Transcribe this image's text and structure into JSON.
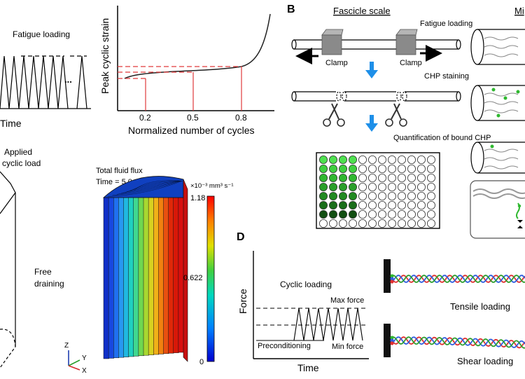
{
  "panel_a": {
    "fatigue_loading": "Fatigue loading",
    "time": "Time",
    "ellipsis": "..."
  },
  "strain_chart": {
    "ylabel": "Peak cyclic strain",
    "xlabel": "Normalized number of cycles",
    "ticks": [
      "0.2",
      "0.5",
      "0.8"
    ]
  },
  "panel_b": {
    "letter": "B",
    "fascicle_scale": "Fascicle scale",
    "micro_partial": "Mi",
    "fatigue_loading": "Fatigue loading",
    "clamp_left": "Clamp",
    "clamp_right": "Clamp",
    "chp_staining": "CHP staining",
    "quantification": "Quantification of bound CHP"
  },
  "panel_c": {
    "applied_line1": "Applied",
    "applied_line2": "cyclic load",
    "free_line1": "Free",
    "free_line2": "draining",
    "flux_title": "Total fluid flux",
    "flux_time": "Time = 5.0 s",
    "colorbar_max": "1.18",
    "colorbar_unit": "×10⁻³ mm³ s⁻¹",
    "colorbar_mid": "0.622",
    "colorbar_min": "0",
    "axis_z": "Z",
    "axis_y": "Y",
    "axis_x": "X"
  },
  "panel_d": {
    "letter": "D",
    "force": "Force",
    "time": "Time",
    "cyclic_loading": "Cyclic loading",
    "max_force": "Max force",
    "min_force": "Min force",
    "preconditioning": "Preconditioning",
    "tensile_loading": "Tensile loading",
    "shear_loading": "Shear loading"
  },
  "colors": {
    "red_dash": "#e0393b",
    "blue_arrow": "#1e8fe8",
    "clamp": "#8a8a8a",
    "well_green": "#2fb82f"
  }
}
